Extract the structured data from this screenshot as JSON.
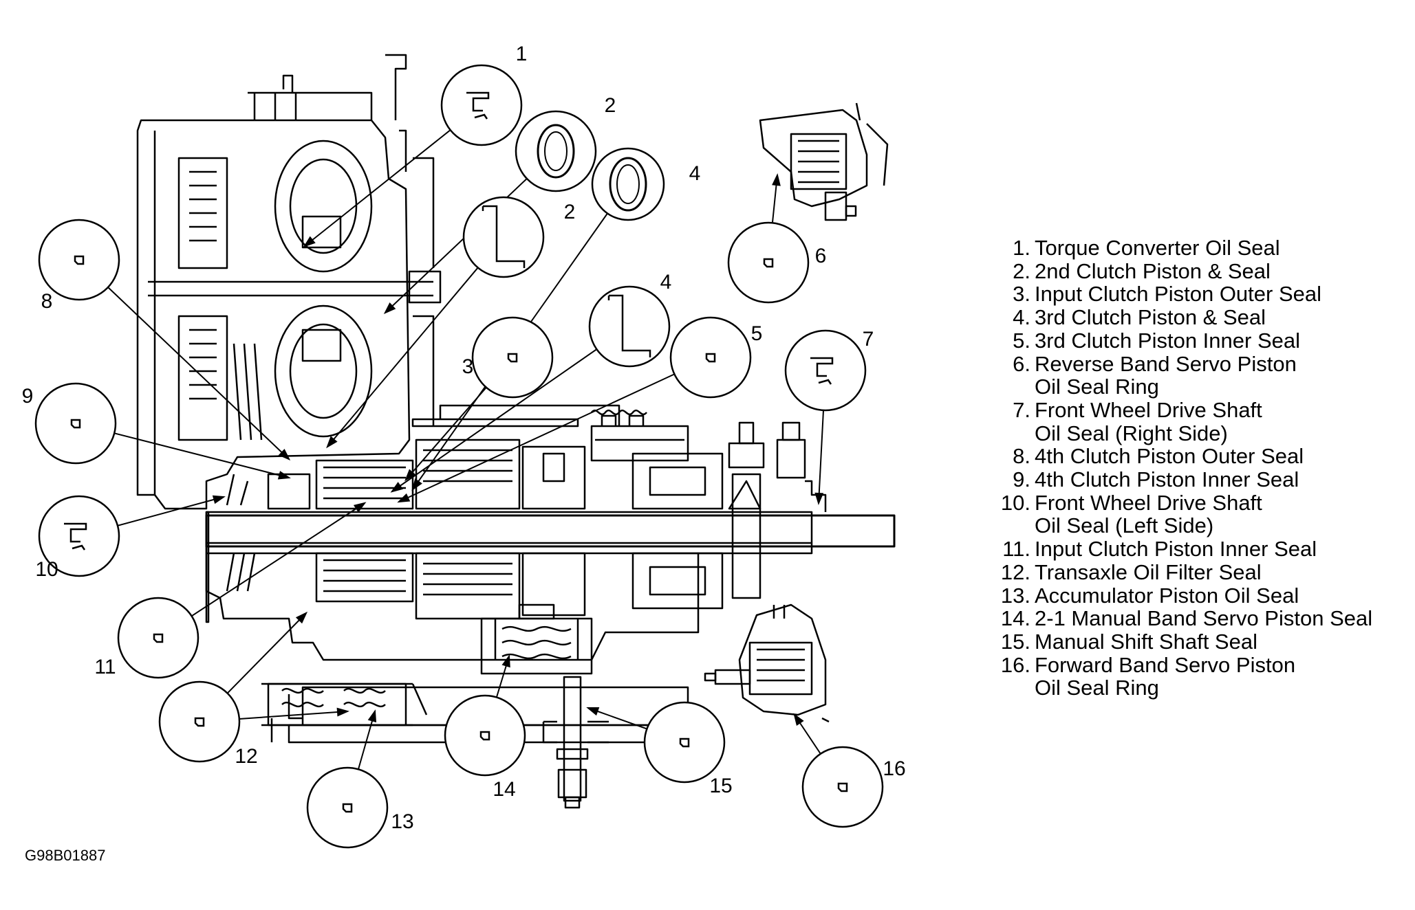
{
  "callouts": [
    {
      "number": "1",
      "icon": "seal-lip-profile"
    },
    {
      "number": "2",
      "icon": "ring-seal"
    },
    {
      "number": "2",
      "icon": "piston-profile"
    },
    {
      "number": "3",
      "icon": "seal-section"
    },
    {
      "number": "4",
      "icon": "ring-seal"
    },
    {
      "number": "4",
      "icon": "piston-profile"
    },
    {
      "number": "5",
      "icon": "seal-section"
    },
    {
      "number": "6",
      "icon": "seal-section"
    },
    {
      "number": "7",
      "icon": "seal-lip-profile"
    },
    {
      "number": "8",
      "icon": "seal-section"
    },
    {
      "number": "9",
      "icon": "seal-section"
    },
    {
      "number": "10",
      "icon": "seal-lip-profile"
    },
    {
      "number": "11",
      "icon": "seal-section"
    },
    {
      "number": "12",
      "icon": "seal-section"
    },
    {
      "number": "13",
      "icon": "seal-section"
    },
    {
      "number": "14",
      "icon": "seal-section"
    },
    {
      "number": "15",
      "icon": "seal-section"
    },
    {
      "number": "16",
      "icon": "seal-section"
    }
  ],
  "legend": [
    {
      "number": "1.",
      "lines": [
        "Torque Converter Oil Seal"
      ]
    },
    {
      "number": "2.",
      "lines": [
        "2nd Clutch Piston & Seal"
      ]
    },
    {
      "number": "3.",
      "lines": [
        "Input Clutch Piston Outer Seal"
      ]
    },
    {
      "number": "4.",
      "lines": [
        "3rd Clutch Piston & Seal"
      ]
    },
    {
      "number": "5.",
      "lines": [
        "3rd Clutch Piston Inner Seal"
      ]
    },
    {
      "number": "6.",
      "lines": [
        "Reverse Band Servo Piston",
        "Oil Seal Ring"
      ]
    },
    {
      "number": "7.",
      "lines": [
        "Front Wheel Drive Shaft",
        "Oil Seal (Right Side)"
      ]
    },
    {
      "number": "8.",
      "lines": [
        "4th Clutch Piston Outer Seal"
      ]
    },
    {
      "number": "9.",
      "lines": [
        "4th Clutch Piston Inner Seal"
      ]
    },
    {
      "number": "10.",
      "lines": [
        "Front Wheel Drive Shaft",
        "Oil Seal (Left Side)"
      ]
    },
    {
      "number": "11.",
      "lines": [
        "Input Clutch Piston Inner Seal"
      ]
    },
    {
      "number": "12.",
      "lines": [
        "Transaxle Oil Filter Seal"
      ]
    },
    {
      "number": "13.",
      "lines": [
        "Accumulator Piston Oil Seal"
      ]
    },
    {
      "number": "14.",
      "lines": [
        "2-1 Manual Band Servo Piston Seal"
      ]
    },
    {
      "number": "15.",
      "lines": [
        "Manual Shift Shaft Seal"
      ]
    },
    {
      "number": "16.",
      "lines": [
        "Forward Band Servo Piston",
        "Oil Seal Ring"
      ]
    }
  ],
  "figure_id": "G98B01887",
  "line_color": "#000000",
  "background_color": "#ffffff"
}
